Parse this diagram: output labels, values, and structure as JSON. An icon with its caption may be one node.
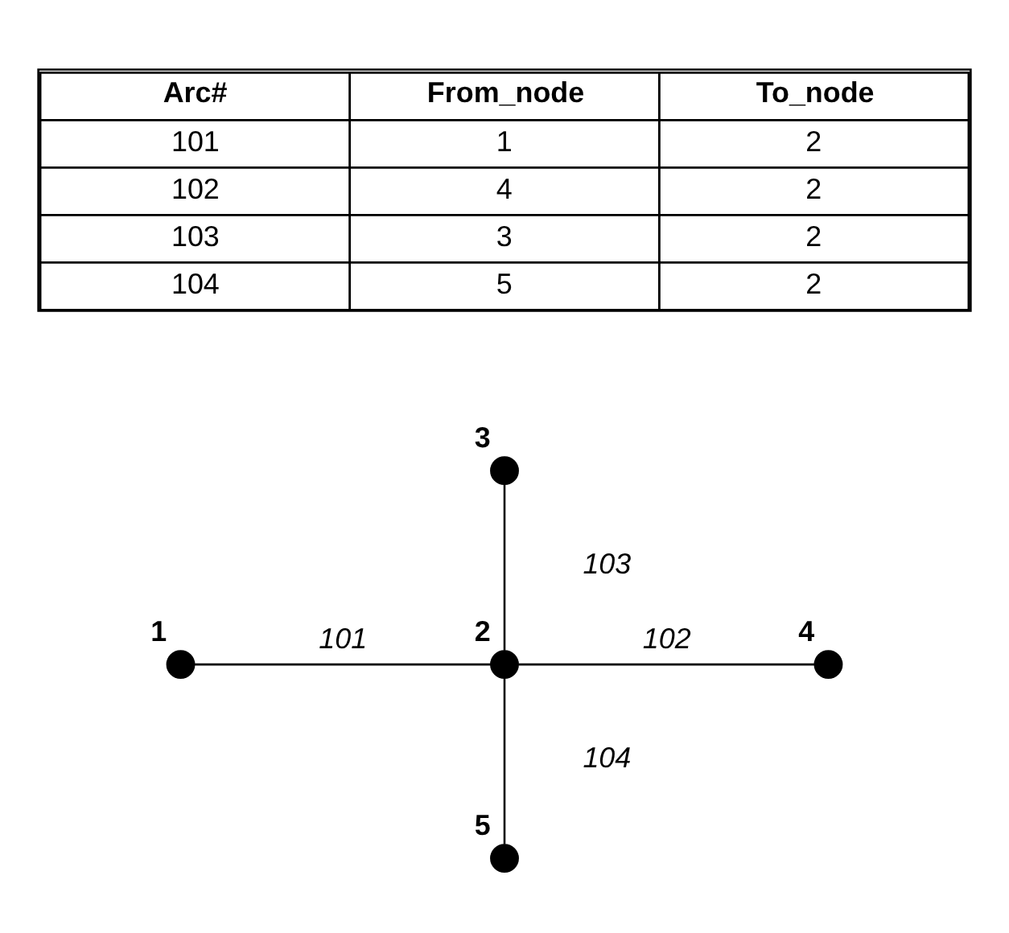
{
  "diagram": {
    "nodes": [
      {
        "text": [],
        "shape": "circle",
        "beside": [
          "3"
        ]
      },
      {
        "text": [],
        "shape": "circle",
        "beside": [
          "1"
        ]
      },
      {
        "text": [],
        "shape": "circle",
        "beside": [
          "2"
        ]
      },
      {
        "text": [],
        "shape": "circle",
        "beside": [
          "4"
        ]
      },
      {
        "text": [],
        "shape": "circle",
        "beside": [
          "5"
        ]
      }
    ],
    "edges": [
      {
        "from": 1,
        "to": 2,
        "arrow": "none",
        "label": "101"
      },
      {
        "from": 3,
        "to": 2,
        "arrow": "none",
        "label": "102"
      },
      {
        "from": 0,
        "to": 2,
        "arrow": "none",
        "label": "103"
      },
      {
        "from": 4,
        "to": 2,
        "arrow": "none",
        "label": "104"
      }
    ],
    "labels": [
      "Arc#",
      "From_node",
      "To_node",
      "101",
      "1",
      "2",
      "102",
      "4",
      "2",
      "103",
      "3",
      "2",
      "104",
      "5",
      "2"
    ]
  }
}
